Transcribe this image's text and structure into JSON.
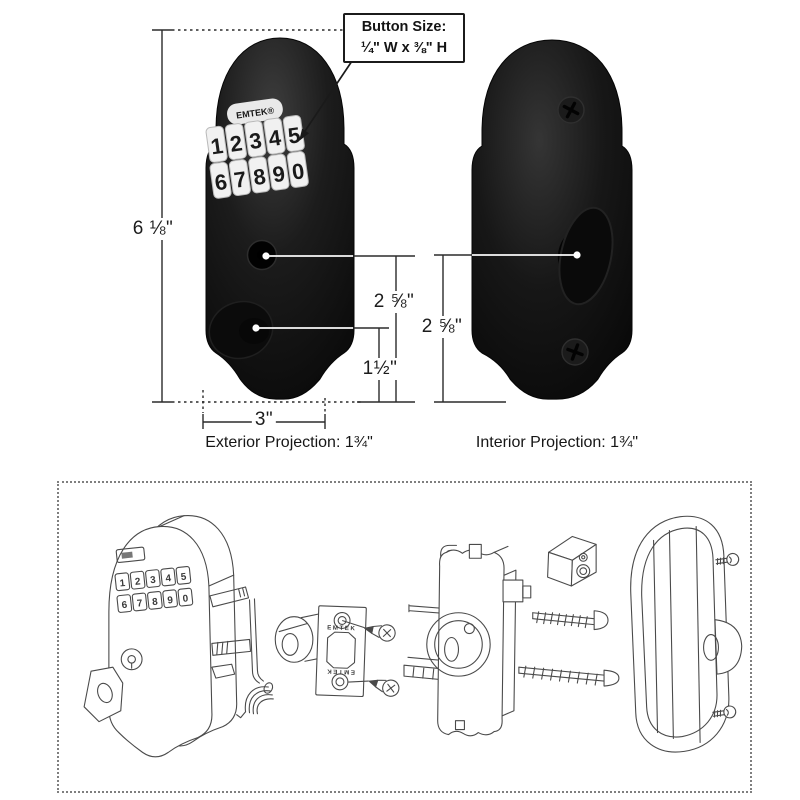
{
  "callout": {
    "line1": "Button Size:",
    "line2": "¼\" W x ⅜\" H"
  },
  "exterior": {
    "brand": "EMTEK®",
    "keypad_rows": [
      [
        "1",
        "2",
        "3",
        "4",
        "5"
      ],
      [
        "6",
        "7",
        "8",
        "9",
        "0"
      ]
    ],
    "overall_height": "6 ⅛\"",
    "width": "3\"",
    "cylinder_to_bottom": "2 ⅝\"",
    "turnpiece_to_bottom": "1½\"",
    "projection": "Exterior Projection: 1¾\""
  },
  "interior": {
    "thumbturn_to_bottom": "2 ⅝\"",
    "projection": "Interior Projection: 1¾\""
  },
  "exploded": {
    "faceplate_brand": "EMTEK",
    "faceplate_brand_inverted": "EMTEK"
  },
  "colors": {
    "lock_black": "#141414",
    "dim_line": "#2b2b2b",
    "sketch_line": "#4a4a4a",
    "dotted_border": "#7f7f7f"
  }
}
